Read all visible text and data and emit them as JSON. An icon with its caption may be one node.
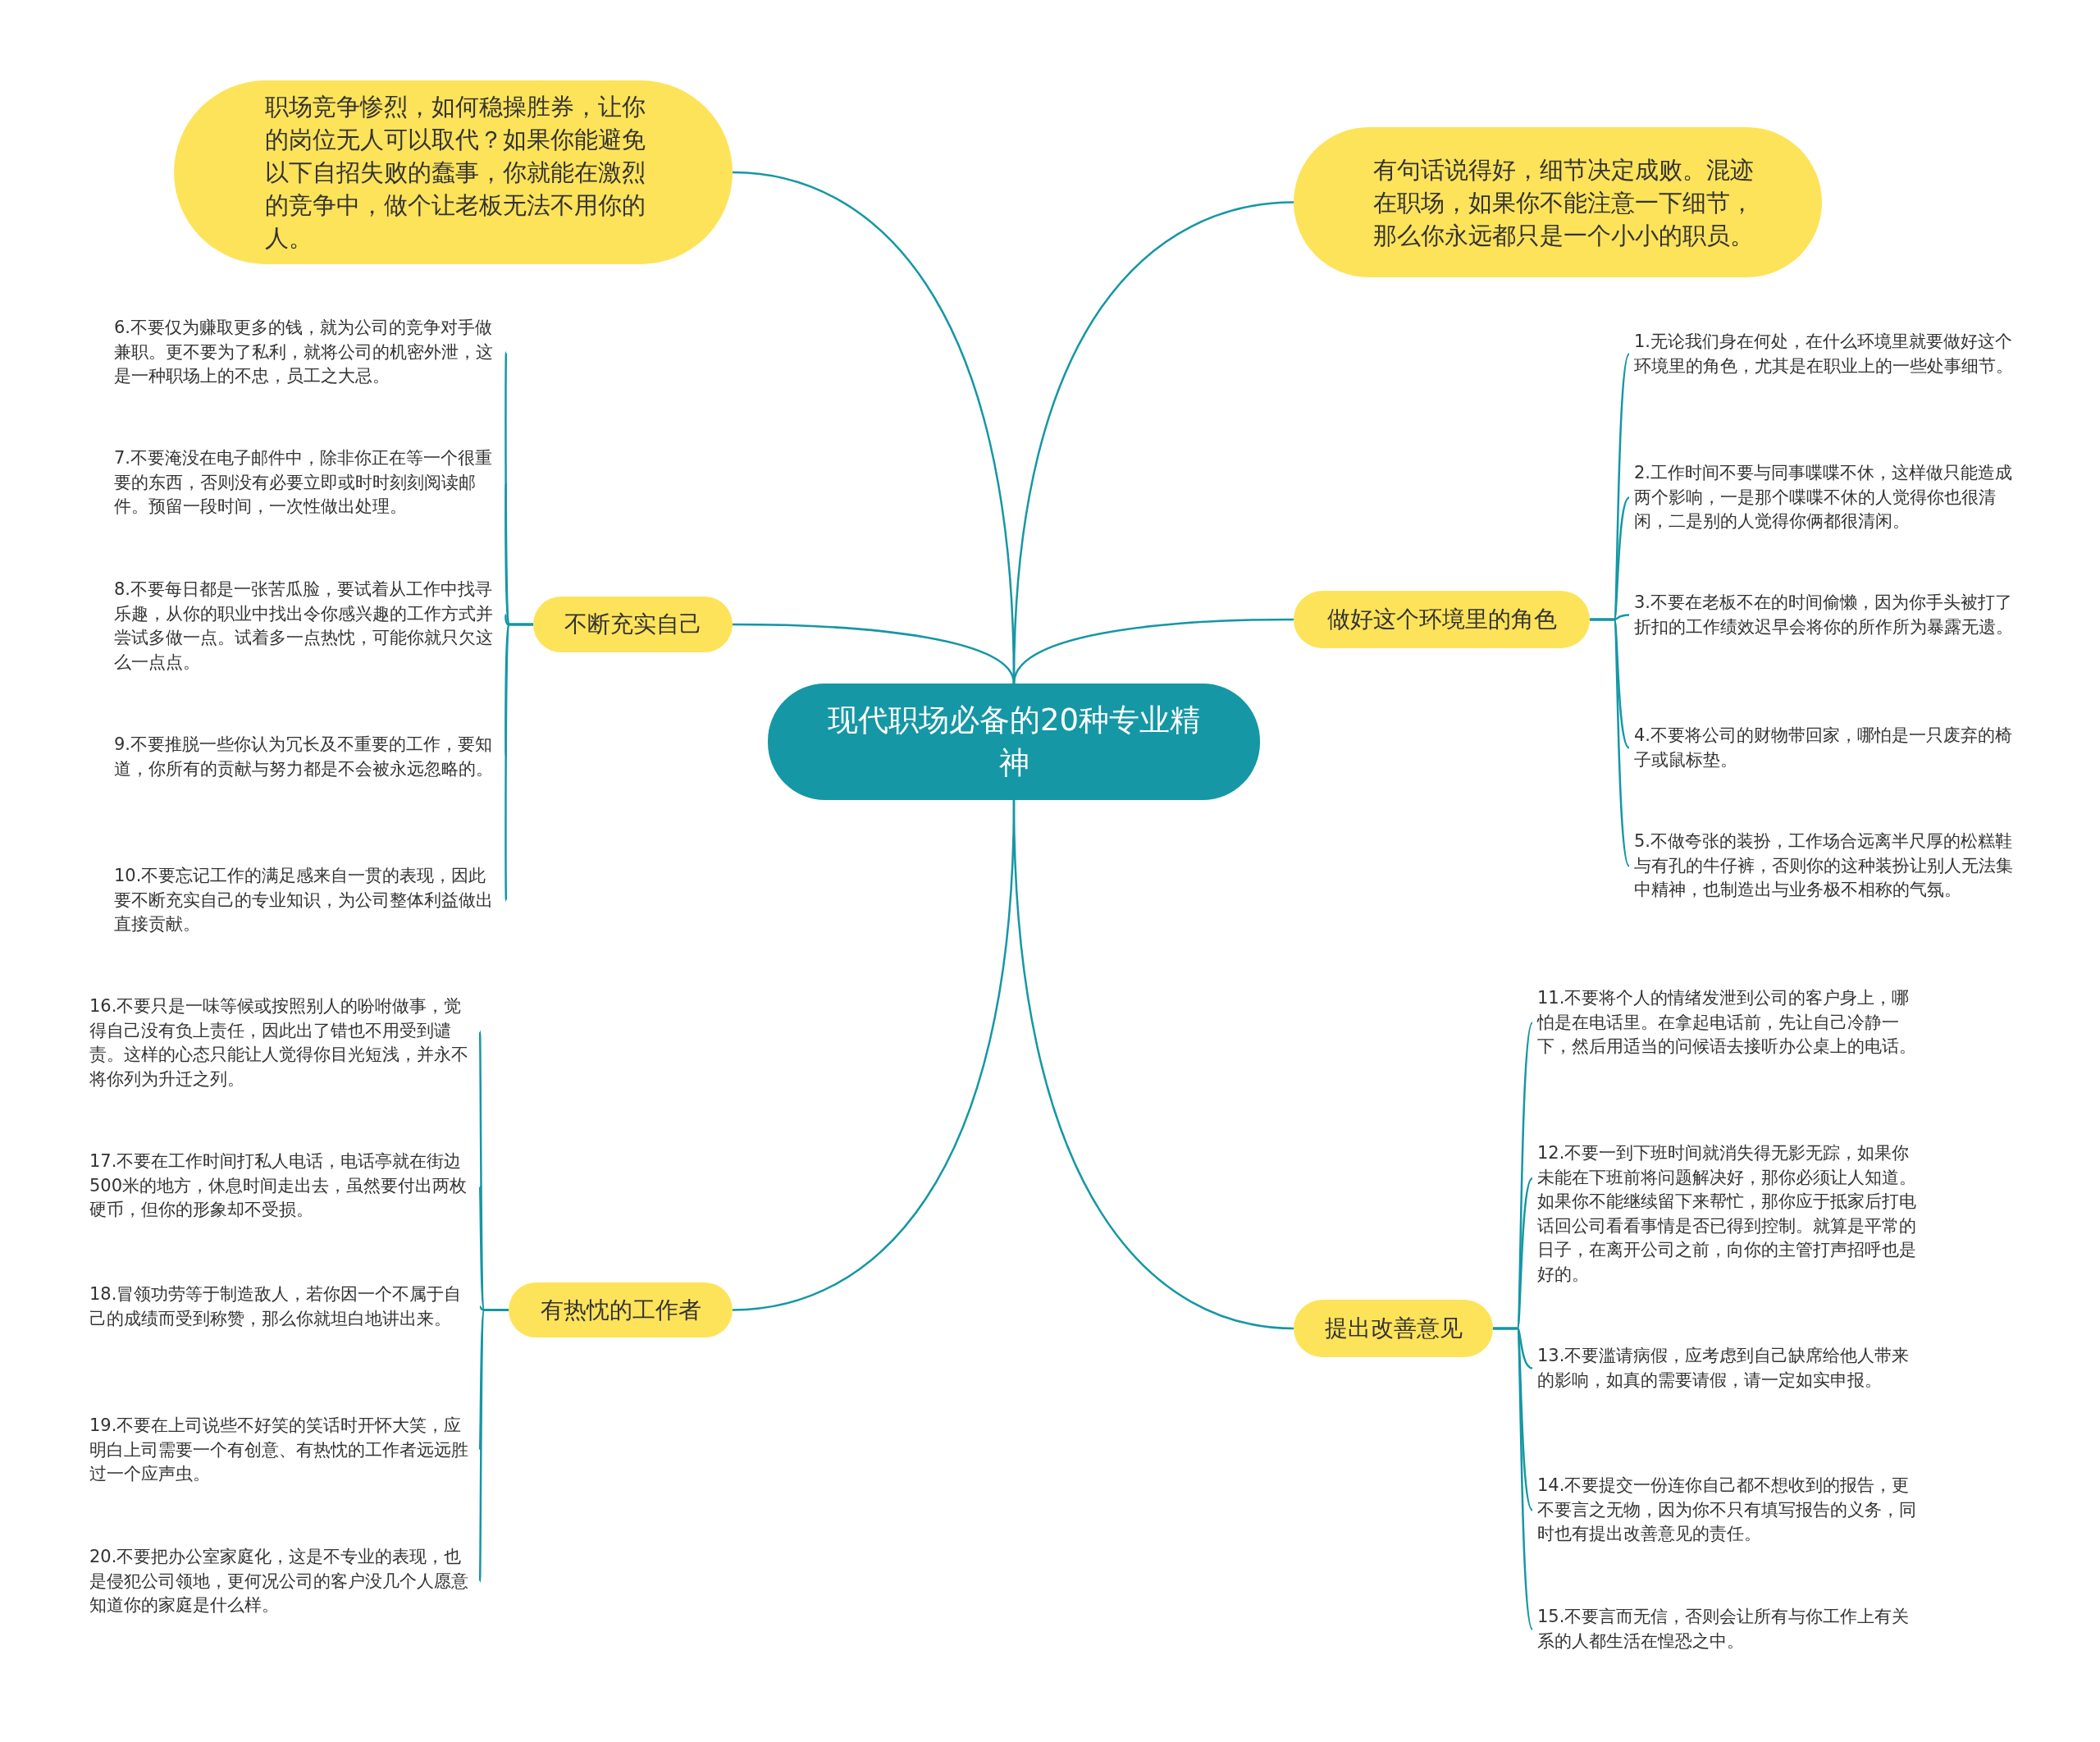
{
  "diagram": {
    "nodes": [
      {
        "text": [
          "现代职场必备的20种专业精神"
        ]
      },
      {
        "text": [
          "职场竞争惨烈，如何稳操胜券，让你的岗位无人可以取代？如果你能避免以下自招失败的蠢事，你就能在激烈的竞争中，做个让老板无法不用你的人。"
        ]
      },
      {
        "text": [
          "有句话说得好，细节决定成败。混迹在职场，如果你不能注意一下细节，那么你永远都只是一个小小的职员。"
        ]
      },
      {
        "text": [
          "不断充实自己"
        ]
      },
      {
        "text": [
          "6.不要仅为赚取更多的钱，就为公司的竞争对手做兼职。更不要为了私利，就将公司的机密外泄，这是一种职场上的不忠，员工之大忌。"
        ]
      },
      {
        "text": [
          "7.不要淹没在电子邮件中，除非你正在等一个很重要的东西，否则没有必要立即或时时刻刻阅读邮件。预留一段时间，一次性做出处理。"
        ]
      },
      {
        "text": [
          "8.不要每日都是一张苦瓜脸，要试着从工作中找寻乐趣，从你的职业中找出令你感兴趣的工作方式并尝试多做一点。试着多一点热忱，可能你就只欠这么一点点。"
        ]
      },
      {
        "text": [
          "9.不要推脱一些你认为冗长及不重要的工作，要知道，你所有的贡献与努力都是不会被永远忽略的。"
        ]
      },
      {
        "text": [
          "10.不要忘记工作的满足感来自一贯的表现，因此要不断充实自己的专业知识，为公司整体利益做出直接贡献。"
        ]
      },
      {
        "text": [
          "做好这个环境里的角色"
        ]
      },
      {
        "text": [
          "1.无论我们身在何处，在什么环境里就要做好这个环境里的角色，尤其是在职业上的一些处事细节。"
        ]
      },
      {
        "text": [
          "2.工作时间不要与同事喋喋不休，这样做只能造成两个影响，一是那个喋喋不休的人觉得你也很清闲，二是别的人觉得你俩都很清闲。"
        ]
      },
      {
        "text": [
          "3.不要在老板不在的时间偷懒，因为你手头被打了折扣的工作绩效迟早会将你的所作所为暴露无遗。"
        ]
      },
      {
        "text": [
          "4.不要将公司的财物带回家，哪怕是一只废弃的椅子或鼠标垫。"
        ]
      },
      {
        "text": [
          "5.不做夸张的装扮，工作场合远离半尺厚的松糕鞋与有孔的牛仔裤，否则你的这种装扮让别人无法集中精神，也制造出与业务极不相称的气氛。"
        ]
      },
      {
        "text": [
          "有热忱的工作者"
        ]
      },
      {
        "text": [
          "16.不要只是一味等候或按照别人的吩咐做事，觉得自己没有负上责任，因此出了错也不用受到谴责。这样的心态只能让人觉得你目光短浅，并永不将你列为升迁之列。"
        ]
      },
      {
        "text": [
          "17.不要在工作时间打私人电话，电话亭就在街边500米的地方，休息时间走出去，虽然要付出两枚硬币，但你的形象却不受损。"
        ]
      },
      {
        "text": [
          "18.冒领功劳等于制造敌人，若你因一个不属于自己的成绩而受到称赞，那么你就坦白地讲出来。"
        ]
      },
      {
        "text": [
          "19.不要在上司说些不好笑的笑话时开怀大笑，应明白上司需要一个有创意、有热忱的工作者远远胜过一个应声虫。"
        ]
      },
      {
        "text": [
          "20.不要把办公室家庭化，这是不专业的表现，也是侵犯公司领地，更何况公司的客户没几个人愿意知道你的家庭是什么样。"
        ]
      },
      {
        "text": [
          "提出改善意见"
        ]
      },
      {
        "text": [
          "11.不要将个人的情绪发泄到公司的客户身上，哪怕是在电话里。在拿起电话前，先让自己冷静一下，然后用适当的问候语去接听办公桌上的电话。"
        ]
      },
      {
        "text": [
          "12.不要一到下班时间就消失得无影无踪，如果你未能在下班前将问题解决好，那你必须让人知道。如果你不能继续留下来帮忙，那你应于抵家后打电话回公司看看事情是否已得到控制。就算是平常的日子，在离开公司之前，向你的主管打声招呼也是好的。"
        ]
      },
      {
        "text": [
          "13.不要滥请病假，应考虑到自己缺席给他人带来的影响，如真的需要请假，请一定如实申报。"
        ]
      },
      {
        "text": [
          "14.不要提交一份连你自己都不想收到的报告，更不要言之无物，因为你不只有填写报告的义务，同时也有提出改善意见的责任。"
        ]
      },
      {
        "text": [
          "15.不要言而无信，否则会让所有与你工作上有关系的人都生活在惶恐之中。"
        ]
      }
    ],
    "edges": [
      {
        "from": 0,
        "to": 1,
        "arrow": "none"
      },
      {
        "from": 0,
        "to": 2,
        "arrow": "none"
      },
      {
        "from": 0,
        "to": 3,
        "arrow": "none"
      },
      {
        "from": 3,
        "to": 4,
        "arrow": "none"
      },
      {
        "from": 3,
        "to": 5,
        "arrow": "none"
      },
      {
        "from": 3,
        "to": 6,
        "arrow": "none"
      },
      {
        "from": 3,
        "to": 7,
        "arrow": "none"
      },
      {
        "from": 3,
        "to": 8,
        "arrow": "none"
      },
      {
        "from": 0,
        "to": 9,
        "arrow": "none"
      },
      {
        "from": 9,
        "to": 10,
        "arrow": "none"
      },
      {
        "from": 9,
        "to": 11,
        "arrow": "none"
      },
      {
        "from": 9,
        "to": 12,
        "arrow": "none"
      },
      {
        "from": 9,
        "to": 13,
        "arrow": "none"
      },
      {
        "from": 9,
        "to": 14,
        "arrow": "none"
      },
      {
        "from": 0,
        "to": 15,
        "arrow": "none"
      },
      {
        "from": 15,
        "to": 16,
        "arrow": "none"
      },
      {
        "from": 15,
        "to": 17,
        "arrow": "none"
      },
      {
        "from": 15,
        "to": 18,
        "arrow": "none"
      },
      {
        "from": 15,
        "to": 19,
        "arrow": "none"
      },
      {
        "from": 15,
        "to": 20,
        "arrow": "none"
      },
      {
        "from": 0,
        "to": 21,
        "arrow": "none"
      },
      {
        "from": 21,
        "to": 22,
        "arrow": "none"
      },
      {
        "from": 21,
        "to": 23,
        "arrow": "none"
      },
      {
        "from": 21,
        "to": 24,
        "arrow": "none"
      },
      {
        "from": 21,
        "to": 25,
        "arrow": "none"
      },
      {
        "from": 21,
        "to": 26,
        "arrow": "none"
      }
    ]
  }
}
